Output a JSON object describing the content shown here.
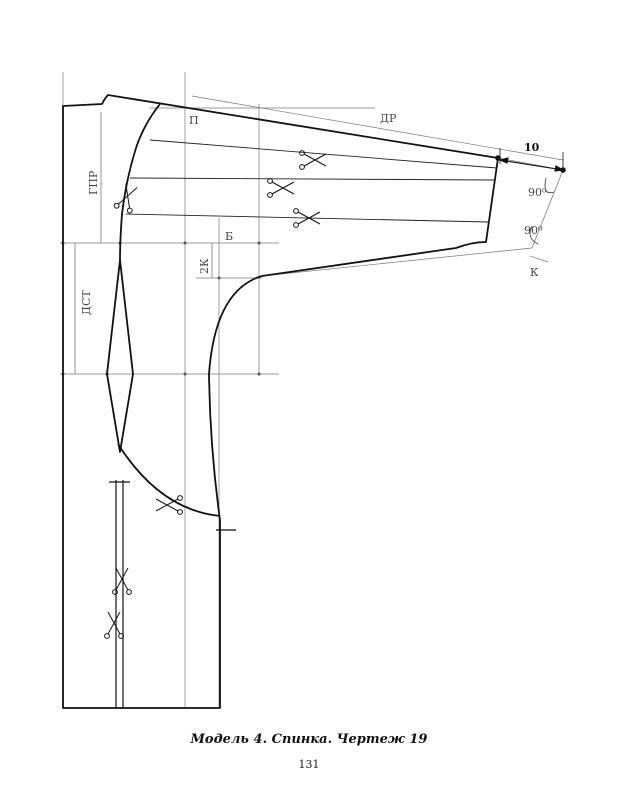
{
  "labels": {
    "shoulder_length": "ДР",
    "point_p": "П",
    "point_b": "Б",
    "armhole_depth": "ГПР",
    "back_waist_length": "ДСТ",
    "two_k": "2К",
    "k": "К",
    "dim_10": "10",
    "angle_top": "90⁰",
    "angle_bottom": "90⁰"
  },
  "caption": "Модель 4. Спинка. Чертеж 19",
  "page_number": "131"
}
